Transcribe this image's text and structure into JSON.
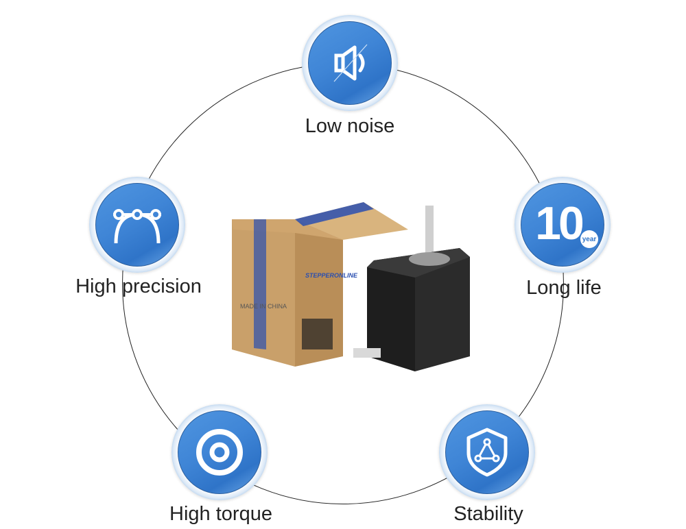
{
  "features": [
    {
      "label": "Low noise",
      "icon": "speaker-muted-icon"
    },
    {
      "label": "High precision",
      "icon": "bezier-curve-icon"
    },
    {
      "label": "Long life",
      "icon": "ten-year-icon",
      "number": "10",
      "unit": "year"
    },
    {
      "label": "High torque",
      "icon": "target-icon"
    },
    {
      "label": "Stability",
      "icon": "shield-triangle-icon"
    }
  ],
  "product": {
    "brand": "STEPPERONLINE",
    "made_in": "MADE IN CHINA"
  },
  "colors": {
    "accent": "#3f85d6",
    "box": "#c9a06a",
    "tape": "#2a4fb0",
    "motor": "#2b2b2b"
  }
}
